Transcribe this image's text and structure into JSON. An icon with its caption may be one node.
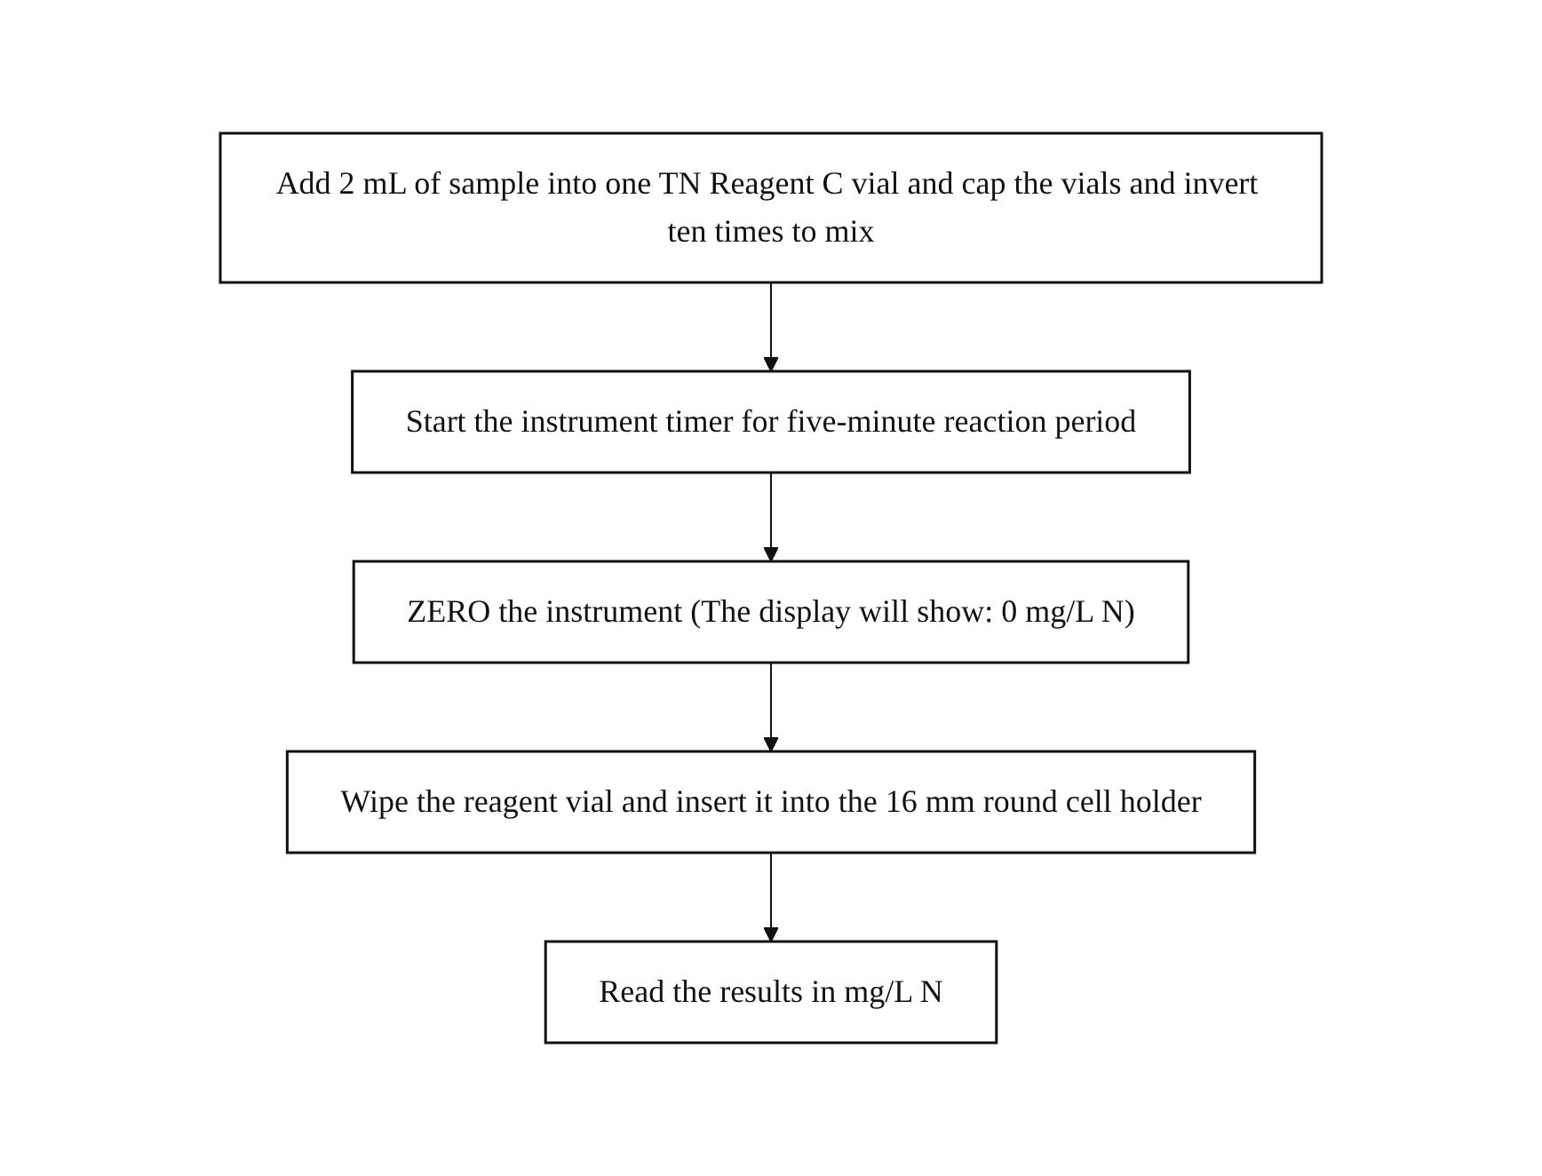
{
  "diagram": {
    "nodes": [
      {
        "text": [
          "Add 2 mL of sample into one TN Reagent C vial and cap the vials and invert ten times to mix"
        ]
      },
      {
        "text": [
          "Start the instrument timer for five-minute reaction period"
        ]
      },
      {
        "text": [
          "ZERO the instrument (The display will show: 0 mg/L N)"
        ]
      },
      {
        "text": [
          "Wipe the reagent vial and insert it into the 16 mm round cell holder"
        ]
      },
      {
        "text": [
          "Read the results in mg/L N"
        ]
      }
    ],
    "edges": [
      {
        "from": 0,
        "to": 1,
        "arrow": "to"
      },
      {
        "from": 1,
        "to": 2,
        "arrow": "to"
      },
      {
        "from": 2,
        "to": 3,
        "arrow": "to"
      },
      {
        "from": 3,
        "to": 4,
        "arrow": "to"
      }
    ]
  }
}
